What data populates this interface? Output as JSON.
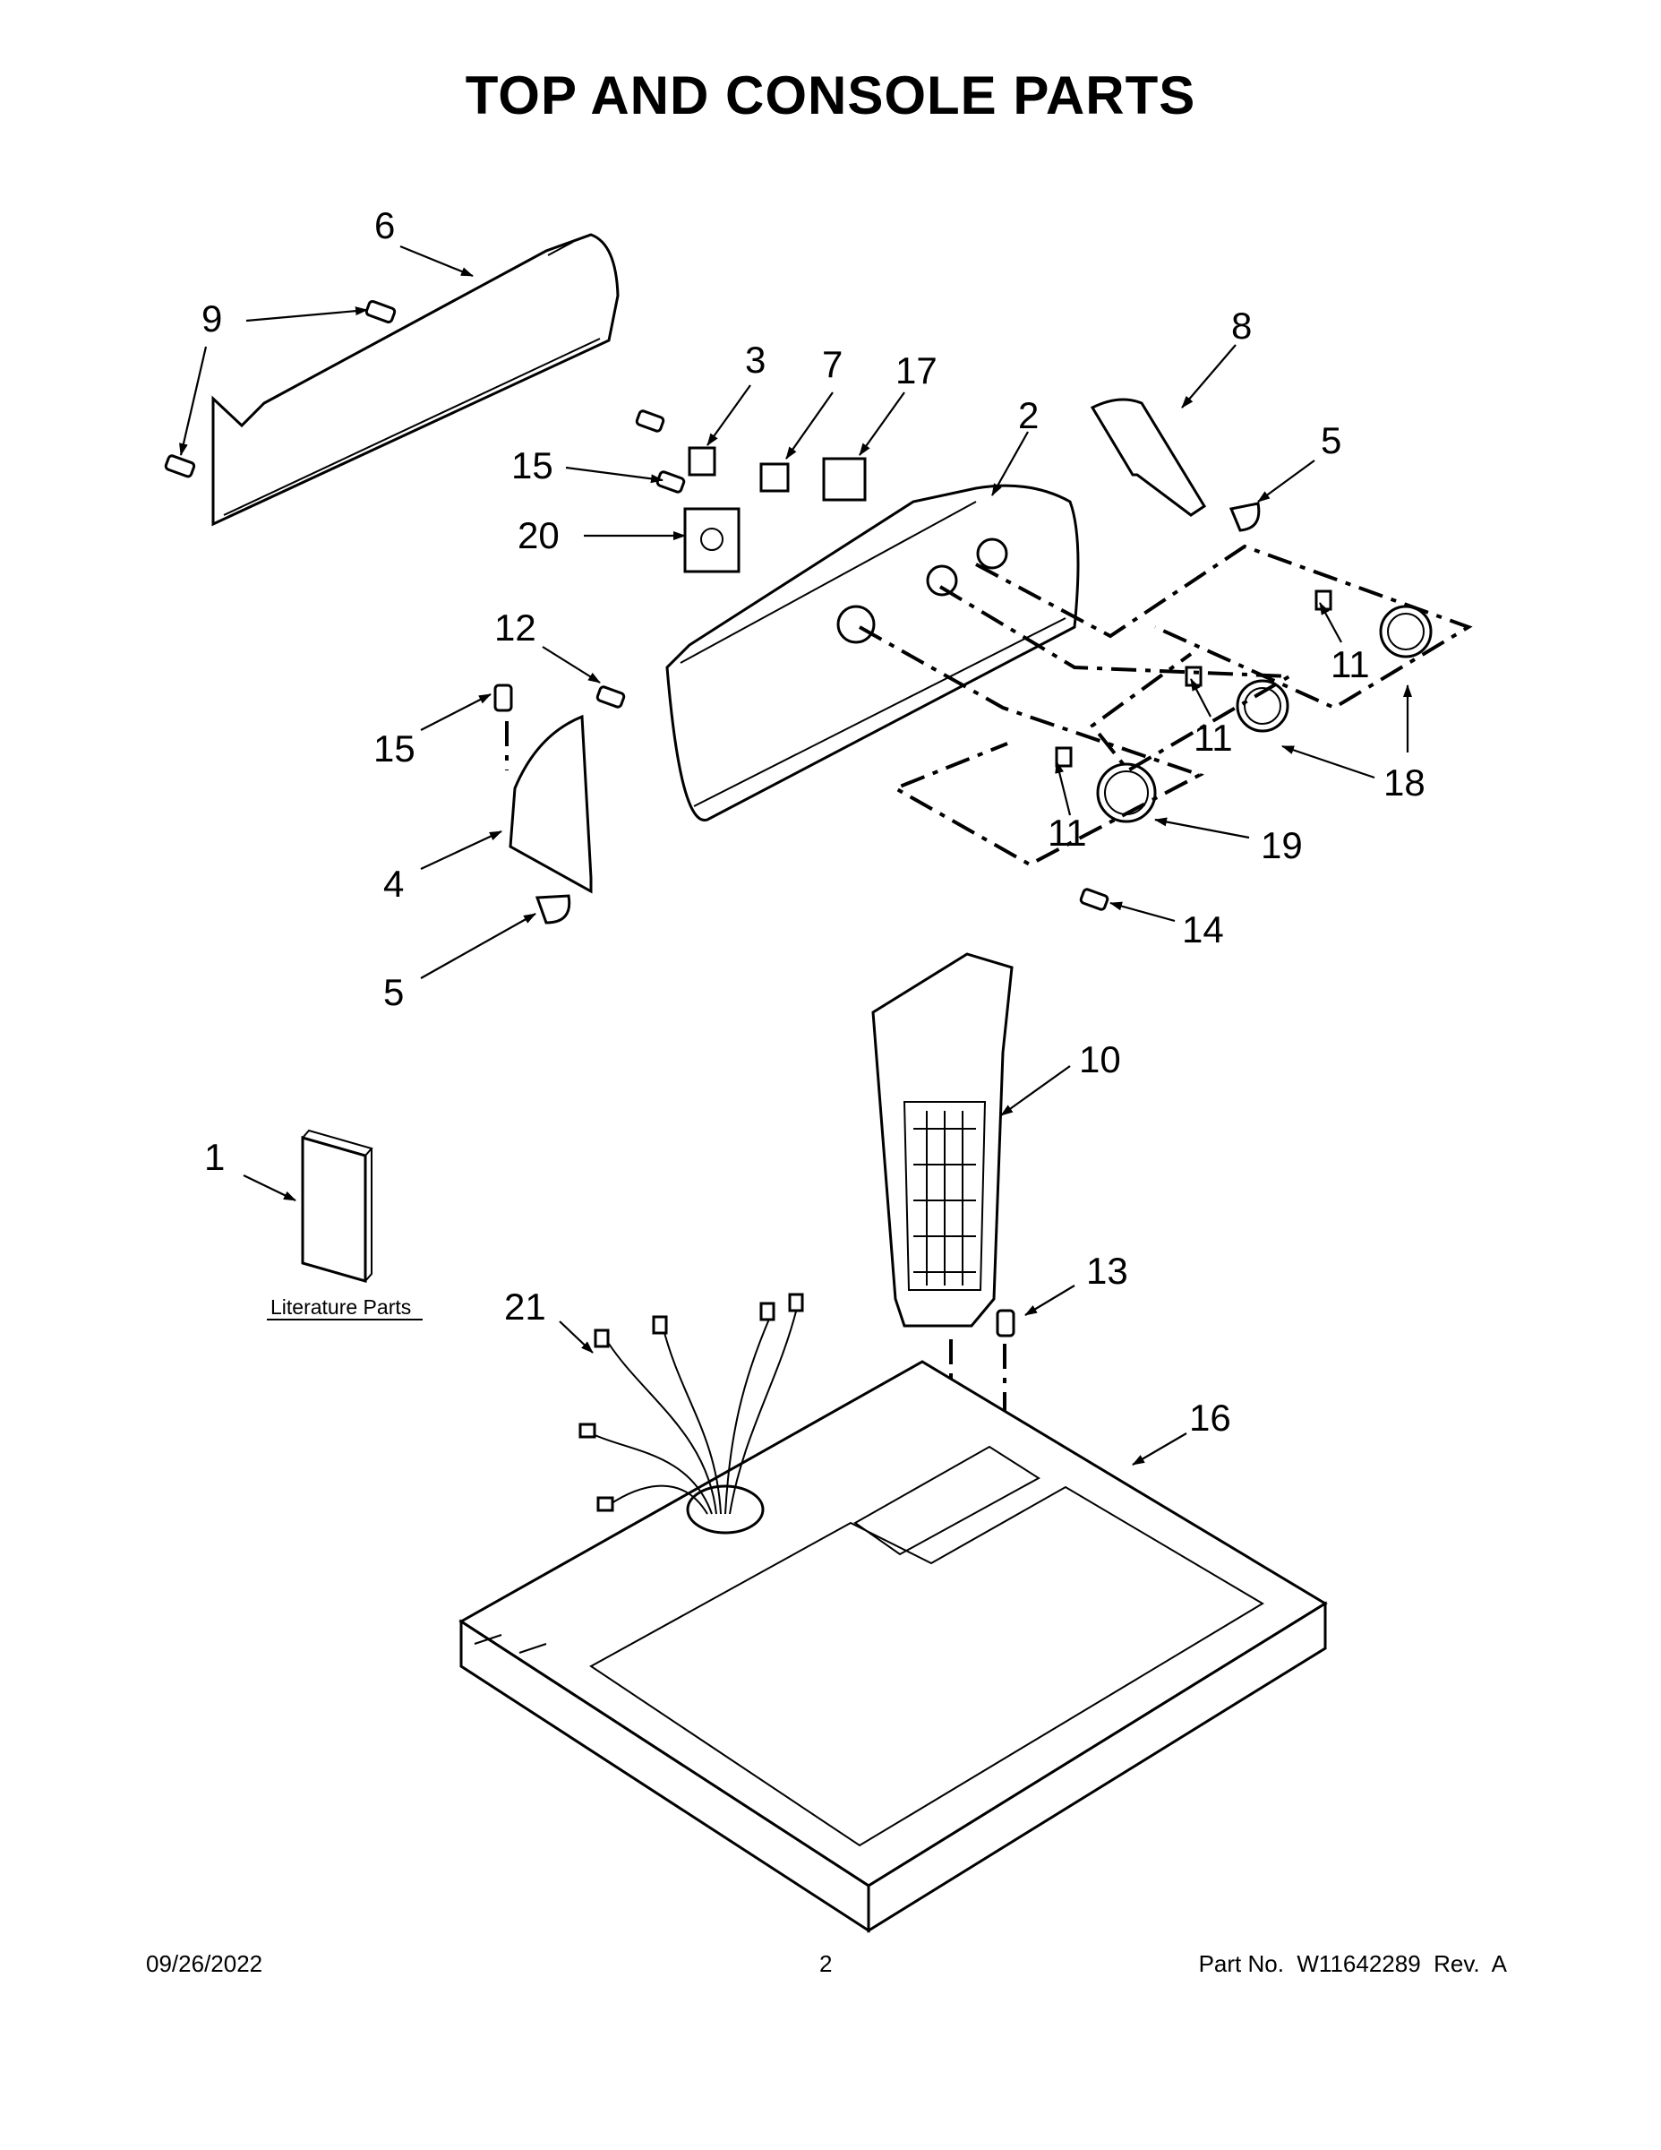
{
  "header": {
    "title": "TOP AND CONSOLE PARTS"
  },
  "literature": {
    "label": "Literature Parts"
  },
  "callouts": {
    "c1": "1",
    "c2": "2",
    "c3": "3",
    "c4": "4",
    "c5a": "5",
    "c5b": "5",
    "c6": "6",
    "c7": "7",
    "c8": "8",
    "c9": "9",
    "c10": "10",
    "c11a": "11",
    "c11b": "11",
    "c11c": "11",
    "c12": "12",
    "c13": "13",
    "c14": "14",
    "c15a": "15",
    "c15b": "15",
    "c16": "16",
    "c17": "17",
    "c18": "18",
    "c19": "19",
    "c20": "20",
    "c21": "21"
  },
  "footer": {
    "date": "09/26/2022",
    "page": "2",
    "part": "Part No.  W11642289  Rev.  A"
  }
}
